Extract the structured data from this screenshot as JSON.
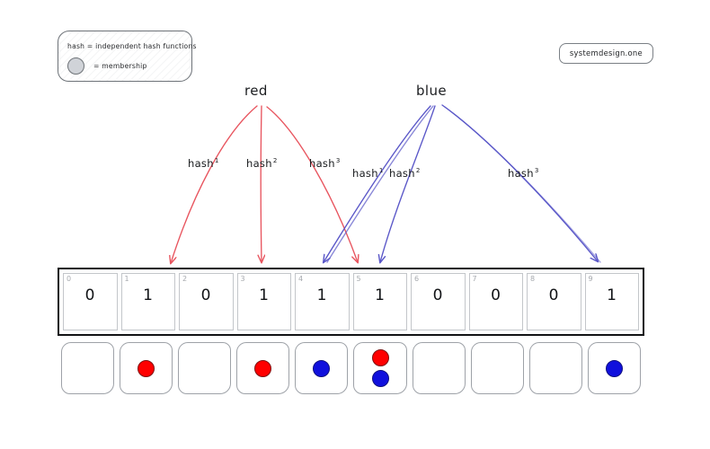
{
  "legend": {
    "hash_text": "hash = independent hash functions",
    "membership_text": "= membership",
    "circle_icon": "membership-circle-icon",
    "circle_color": "#d0d3d8"
  },
  "brand": {
    "label": "systemdesign.one"
  },
  "nodes": [
    {
      "id": "red",
      "label": "red",
      "color": "#e8555f"
    },
    {
      "id": "blue",
      "label": "blue",
      "color": "#5a57c8"
    }
  ],
  "hash_labels": [
    {
      "id": "hash-red-1",
      "text": "hash",
      "superscript": "1",
      "owner": "red"
    },
    {
      "id": "hash-red-2",
      "text": "hash",
      "superscript": "2",
      "owner": "red"
    },
    {
      "id": "hash-red-3",
      "text": "hash",
      "superscript": "3",
      "owner": "red"
    },
    {
      "id": "hash-blue-1",
      "text": "hash",
      "superscript": "1",
      "owner": "blue"
    },
    {
      "id": "hash-blue-2",
      "text": "hash",
      "superscript": "2",
      "owner": "blue"
    },
    {
      "id": "hash-blue-3",
      "text": "hash",
      "superscript": "3",
      "owner": "blue"
    }
  ],
  "bit_array": {
    "indices": [
      "0",
      "1",
      "2",
      "3",
      "4",
      "5",
      "6",
      "7",
      "8",
      "9"
    ],
    "values": [
      "0",
      "1",
      "0",
      "1",
      "1",
      "1",
      "0",
      "0",
      "0",
      "1"
    ]
  },
  "membership_row": {
    "slots": [
      {
        "index": 0,
        "dots": []
      },
      {
        "index": 1,
        "dots": [
          "red"
        ]
      },
      {
        "index": 2,
        "dots": []
      },
      {
        "index": 3,
        "dots": [
          "red"
        ]
      },
      {
        "index": 4,
        "dots": [
          "blue"
        ]
      },
      {
        "index": 5,
        "dots": [
          "red",
          "blue"
        ]
      },
      {
        "index": 6,
        "dots": []
      },
      {
        "index": 7,
        "dots": []
      },
      {
        "index": 8,
        "dots": []
      },
      {
        "index": 9,
        "dots": [
          "blue"
        ]
      }
    ]
  },
  "arrows": {
    "red": {
      "color": "#e8555f",
      "from_cells": [
        1,
        3,
        5
      ]
    },
    "blue": {
      "color": "#5a57c8",
      "from_cells": [
        4,
        5,
        9
      ]
    }
  },
  "colors": {
    "red_dot": "#ff0000",
    "blue_dot": "#1010dd",
    "red_arrow": "#e8555f",
    "blue_arrow": "#5a57c8",
    "array_border": "#121315",
    "background": "#ffffff"
  }
}
